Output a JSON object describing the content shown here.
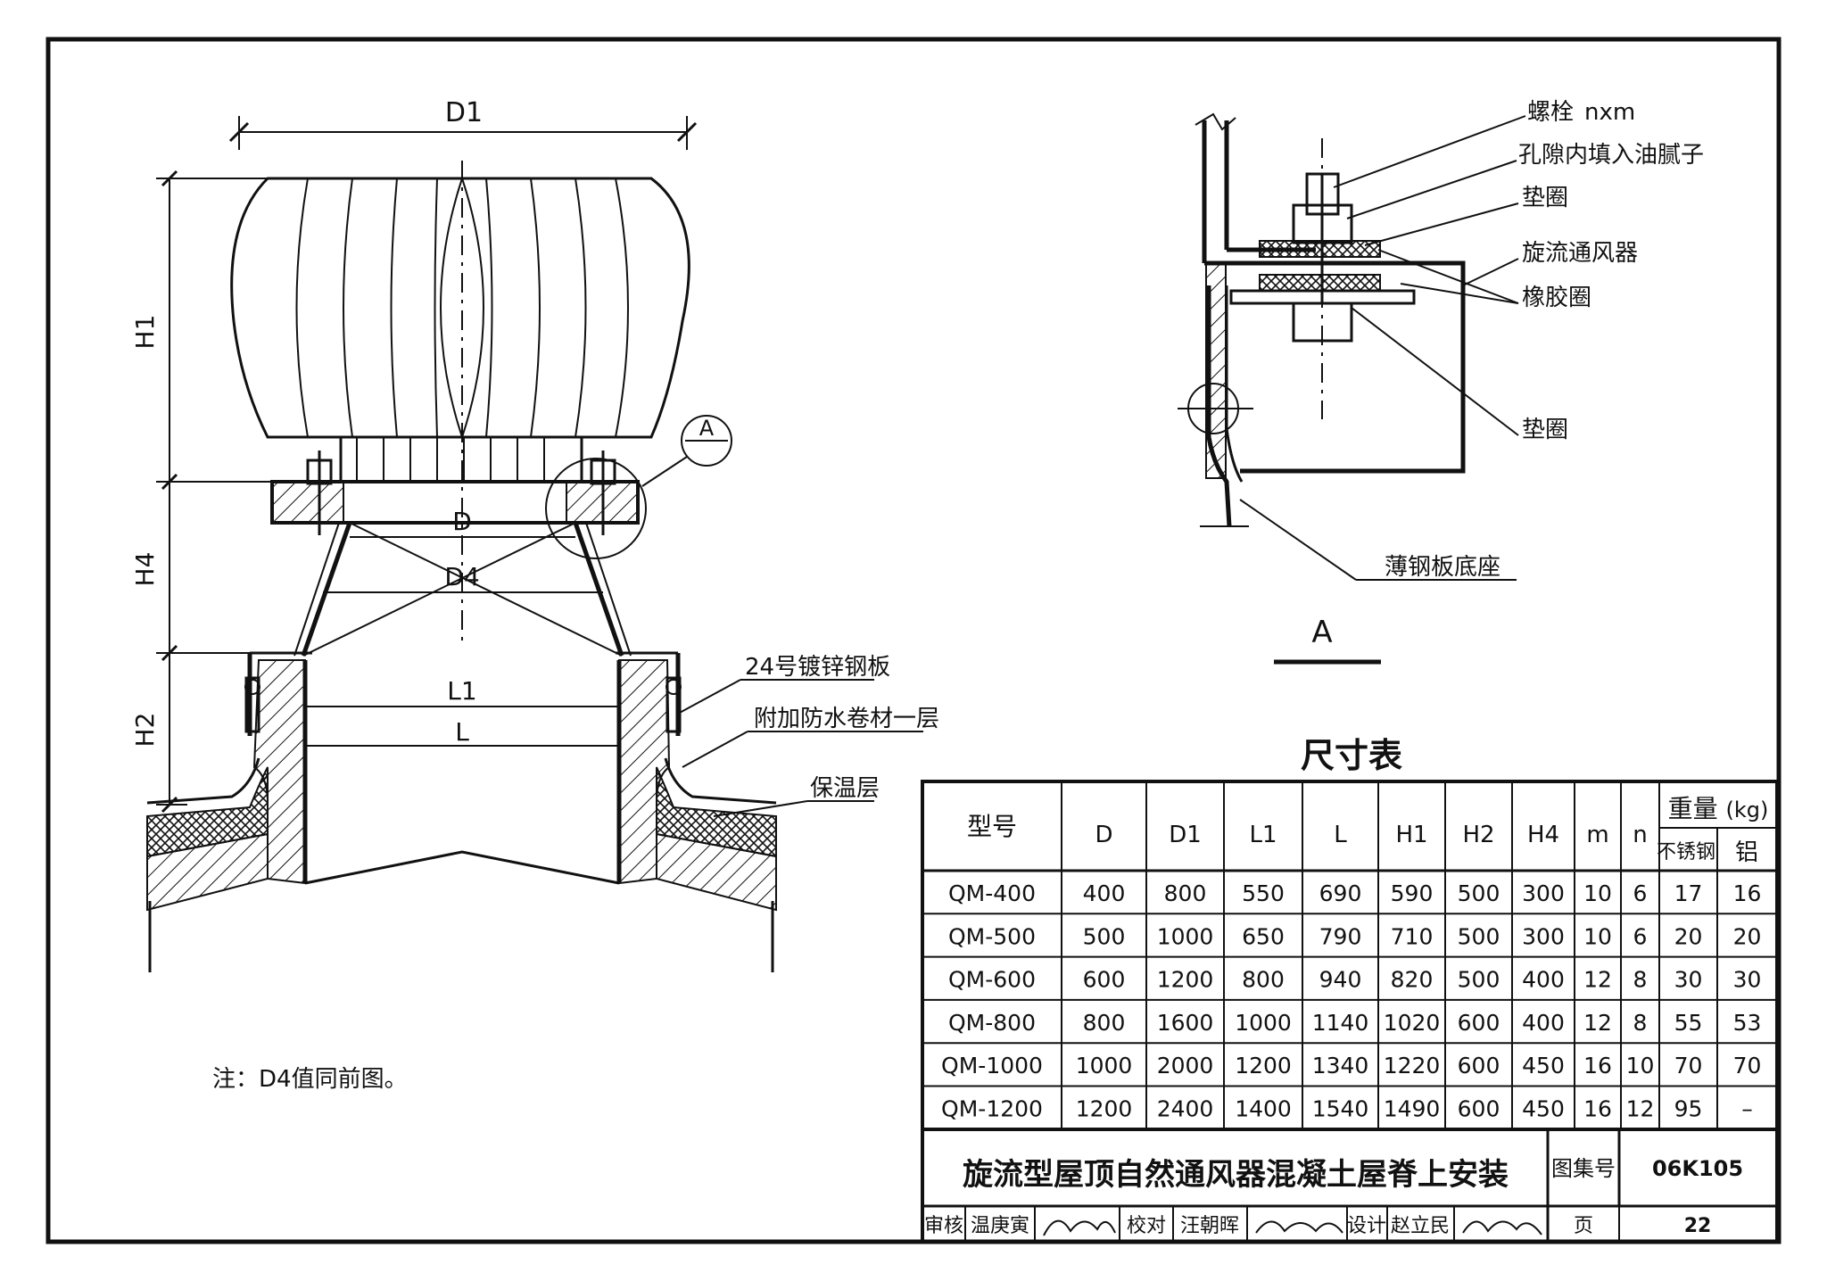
{
  "drawing": {
    "dims": {
      "d1": "D1",
      "h1": "H1",
      "h4": "H4",
      "h2": "H2",
      "d": "D",
      "d4": "D4",
      "l1": "L1",
      "l": "L"
    },
    "detail_callout": "A",
    "labels": {
      "galvanized": "24号镀锌钢板",
      "waterproof": "附加防水卷材一层",
      "insulation": "保温层"
    },
    "note": "注：D4值同前图。"
  },
  "detail": {
    "labels": {
      "bolt": "螺栓",
      "bolt_spec": "nxm",
      "putty": "孔隙内填入油腻子",
      "washer1": "垫圈",
      "ventilator": "旋流通风器",
      "rubber": "橡胶圈",
      "washer2": "垫圈",
      "base": "薄钢板底座"
    },
    "caption": "A"
  },
  "table": {
    "title": "尺寸表",
    "h_model": "型号",
    "cols": [
      "D",
      "D1",
      "L1",
      "L",
      "H1",
      "H2",
      "H4",
      "m",
      "n"
    ],
    "h_weight": "重量",
    "h_weight_unit": "(kg)",
    "h_ss": "不锈钢",
    "h_al": "铝",
    "rows": [
      [
        "QM-400",
        "400",
        "800",
        "550",
        "690",
        "590",
        "500",
        "300",
        "10",
        "6",
        "17",
        "16"
      ],
      [
        "QM-500",
        "500",
        "1000",
        "650",
        "790",
        "710",
        "500",
        "300",
        "10",
        "6",
        "20",
        "20"
      ],
      [
        "QM-600",
        "600",
        "1200",
        "800",
        "940",
        "820",
        "500",
        "400",
        "12",
        "8",
        "30",
        "30"
      ],
      [
        "QM-800",
        "800",
        "1600",
        "1000",
        "1140",
        "1020",
        "600",
        "400",
        "12",
        "8",
        "55",
        "53"
      ],
      [
        "QM-1000",
        "1000",
        "2000",
        "1200",
        "1340",
        "1220",
        "600",
        "450",
        "16",
        "10",
        "70",
        "70"
      ],
      [
        "QM-1200",
        "1200",
        "2400",
        "1400",
        "1540",
        "1490",
        "600",
        "450",
        "16",
        "12",
        "95",
        "–"
      ]
    ]
  },
  "titleblock": {
    "title": "旋流型屋顶自然通风器混凝土屋脊上安装",
    "atlas_label": "图集号",
    "atlas_no": "06K105",
    "review_label": "审核",
    "reviewer": "温庚寅",
    "check_label": "校对",
    "checker": "汪朝晖",
    "design_label": "设计",
    "designer": "赵立民",
    "page_label": "页",
    "page_no": "22"
  }
}
